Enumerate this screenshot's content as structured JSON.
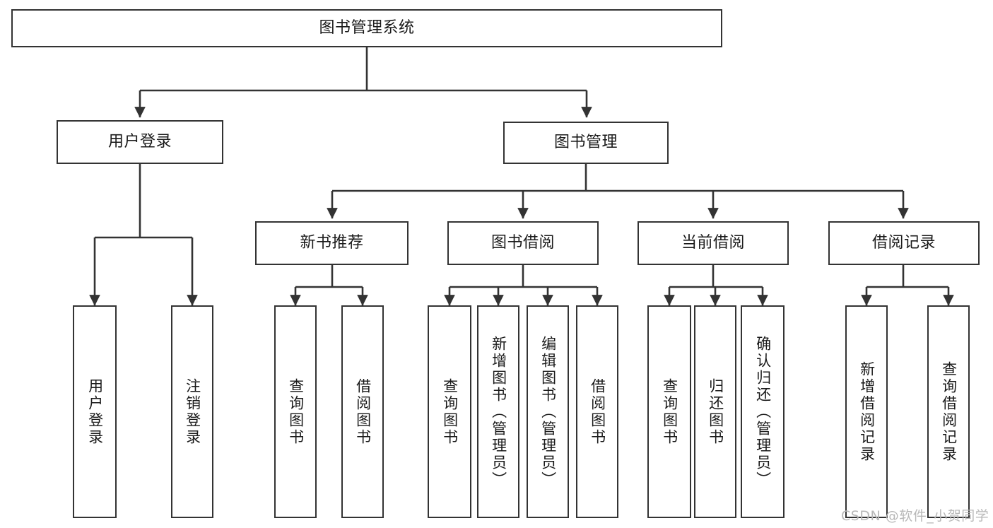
{
  "diagram": {
    "title": "图书管理系统",
    "type": "tree-hierarchy-chart",
    "watermark": "CSDN @软件_小贺同学",
    "colors": {
      "box_border": "#333333",
      "box_fill": "#ffffff",
      "connector": "#333333",
      "text": "#1a1a1a",
      "watermark": "#b8b8b8",
      "background": "#ffffff"
    },
    "root": {
      "label": "图书管理系统"
    },
    "level2": [
      {
        "label": "用户登录"
      },
      {
        "label": "图书管理"
      }
    ],
    "level3": [
      {
        "label": "新书推荐"
      },
      {
        "label": "图书借阅"
      },
      {
        "label": "当前借阅"
      },
      {
        "label": "借阅记录"
      }
    ],
    "leaves": {
      "user_login": [
        {
          "label": "用户登录"
        },
        {
          "label": "注销登录"
        }
      ],
      "new_book_recommend": [
        {
          "label": "查询图书"
        },
        {
          "label": "借阅图书"
        }
      ],
      "book_borrow": [
        {
          "label": "查询图书"
        },
        {
          "label": "新增图书（管理员）"
        },
        {
          "label": "编辑图书（管理员）"
        },
        {
          "label": "借阅图书"
        }
      ],
      "current_borrow": [
        {
          "label": "查询图书"
        },
        {
          "label": "归还图书"
        },
        {
          "label": "确认归还（管理员）"
        }
      ],
      "borrow_record": [
        {
          "label": "新增借阅记录"
        },
        {
          "label": "查询借阅记录"
        }
      ]
    }
  }
}
